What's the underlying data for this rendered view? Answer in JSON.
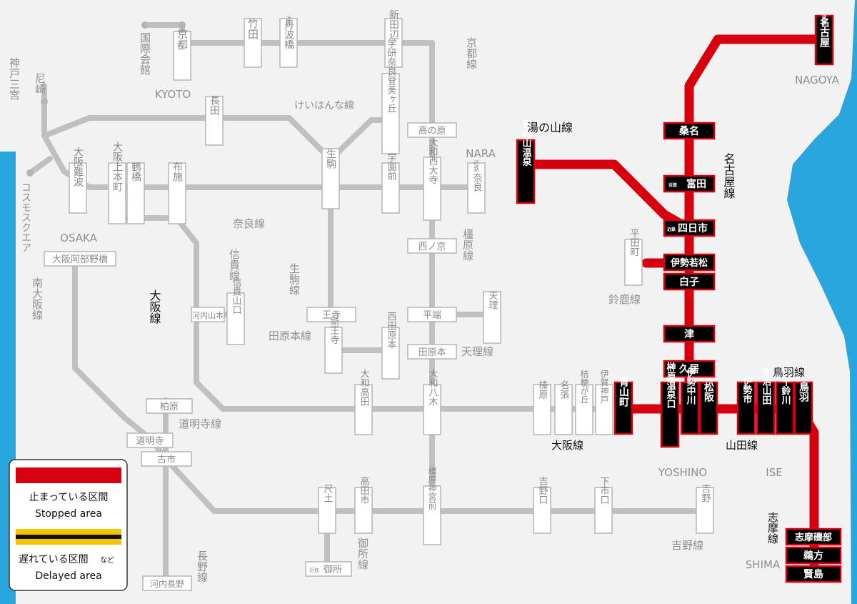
{
  "colors": {
    "stopped": "#d7000f",
    "delayed_fill": "#f5c400",
    "delayed_stripe": "#111111",
    "normal_line": "#c0c0c0",
    "sea": "#29a6dd"
  },
  "legend": {
    "stopped_jp": "止まっている区間",
    "stopped_en": "Stopped area",
    "delayed_jp": "遅れている区間",
    "delayed_jp_small": "など",
    "delayed_en": "Delayed area"
  },
  "region_labels": {
    "kyoto": "KYOTO",
    "nara": "NARA",
    "osaka": "OSAKA",
    "nagoya": "NAGOYA",
    "yoshino": "YOSHINO",
    "ise": "ISE",
    "shima": "SHIMA"
  },
  "line_labels": {
    "kyoto_line": "京都線",
    "keihanna_line": "けいはんな線",
    "nara_line": "奈良線",
    "kashihara_line": "橿原線",
    "shigi_line": "信貴線",
    "ikoma_line": "生駒線",
    "osaka_line_left": "大阪線",
    "tawaramoto_line": "田原本線",
    "tenri_line": "天理線",
    "minami_osaka_line": "南大阪線",
    "domyoji_line": "道明寺線",
    "nagano_line": "長野線",
    "gose_line": "御所線",
    "yoshino_line": "吉野線",
    "osaka_line_right": "大阪線",
    "yamada_line": "山田線",
    "toba_line": "鳥羽線",
    "shima_line": "志摩線",
    "nagoya_line": "名古屋線",
    "yunoyama_line": "湯の山線",
    "suzuka_line": "鈴鹿線"
  },
  "stations": {
    "kokusai_kaikan": "国際会館",
    "kyoto": "京都",
    "takeda": "竹田",
    "tambabashi": "丹波橋",
    "tambabashi_prefix": "近鉄",
    "shintanabe": "新田辺",
    "kobe_sannomiya": "神戸三宮",
    "amagasaki": "尼崎",
    "cosmosquare": "コスモスクエア",
    "osaka_namba": "大阪難波",
    "osaka_uehommachi": "大阪上本町",
    "tsuruhashi": "鶴橋",
    "fuse": "布施",
    "nagata": "長田",
    "ikoma": "生駒",
    "gakken_nara_tomigaoka": "学研奈良登美ヶ丘",
    "takanohara": "高の原",
    "gakuemmae": "学園前",
    "yamato_saidaiji": "大和西大寺",
    "kintetsu_nara": "奈良",
    "kintetsu_nara_prefix": "近鉄",
    "osaka_abenobashi": "大阪阿部野橋",
    "nishinokyo": "西ノ京",
    "kawachi_yamamoto": "河内山本",
    "shigisanguchi": "信貴山口",
    "oji": "王寺",
    "shin_oji": "新王寺",
    "nishitawaramoto": "西田原本",
    "hirahata": "平端",
    "tenri": "天理",
    "tawaramoto": "田原本",
    "yamato_takada": "大和高田",
    "yamato_yagi": "大和八木",
    "hase": "榛原",
    "nabari": "名張",
    "kikyogaoka": "桔梗が丘",
    "iga_kambe": "伊賀神戸",
    "kashiwara": "柏原",
    "domyoji": "道明寺",
    "furuichi": "古市",
    "shakudo": "尺土",
    "takadashi": "高田市",
    "kashiharajingumae": "橿原神宮前",
    "yoshinoguchi": "吉野口",
    "shimoichiguchi": "下市口",
    "yoshino": "吉野",
    "gose": "御所",
    "gose_prefix": "近鉄",
    "kawachinagano": "河内長野",
    "aoyamacho": "青山町",
    "sakakibara_onsenguchi": "榊原温泉口",
    "ise_nakagawa": "伊勢中川",
    "matsusaka": "松阪",
    "iseshi": "伊勢市",
    "ujiyamada": "宇治山田",
    "isuzugawa": "五十鈴川",
    "toba": "鳥羽",
    "kuwana": "桑名",
    "tomida": "富田",
    "tomida_prefix": "近鉄",
    "yokkaichi": "四日市",
    "yokkaichi_prefix": "近鉄",
    "ise_wakamatsu": "伊勢若松",
    "shiroko": "白子",
    "tsu": "津",
    "hisai": "久居",
    "nagoya": "名古屋",
    "nagoya_prefix": "近鉄",
    "yunoyama_onsen": "湯の山温泉",
    "hiratacho": "平田町",
    "shima_isobe": "志摩磯部",
    "ugata": "鵜方",
    "kashikojima": "賢島"
  }
}
